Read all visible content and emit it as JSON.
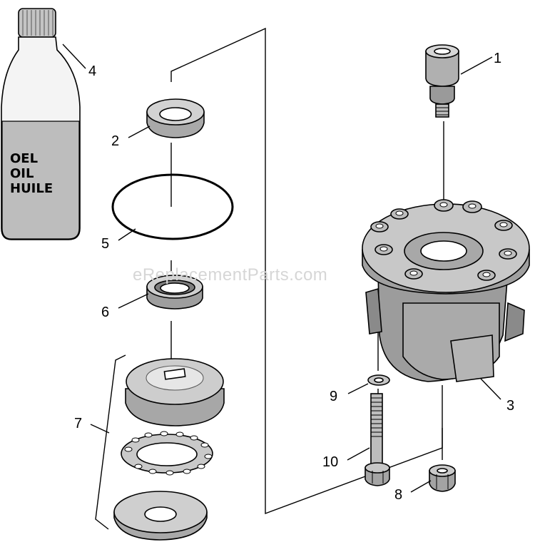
{
  "watermark": "eReplacementParts.com",
  "bottle": {
    "line1": "OEL",
    "line2": "OIL",
    "line3": "HUILE"
  },
  "callouts": {
    "c1": "1",
    "c2": "2",
    "c3": "3",
    "c4": "4",
    "c5": "5",
    "c6": "6",
    "c7": "7",
    "c8": "8",
    "c9": "9",
    "c10": "10"
  },
  "colors": {
    "line": "#000000",
    "part_fill": "#b8b8b8",
    "light_fill": "#d9d9d9",
    "dark_fill": "#8f8f8f"
  }
}
